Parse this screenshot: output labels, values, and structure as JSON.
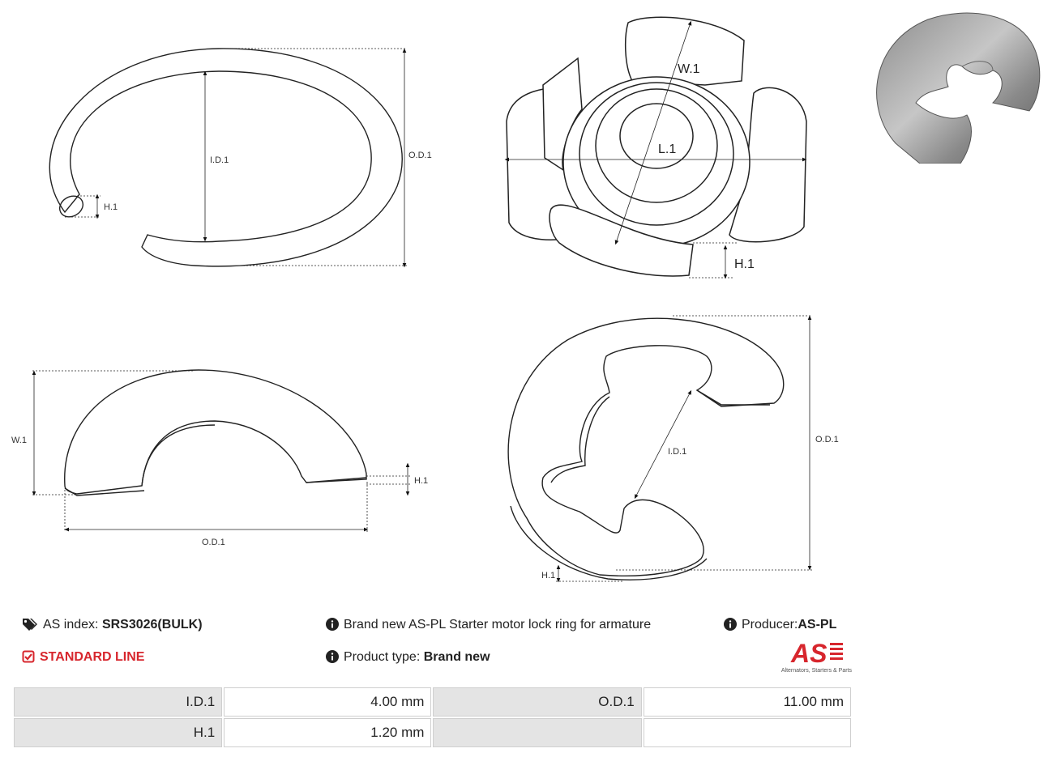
{
  "info": {
    "as_index_label": "AS index:",
    "as_index_value": "SRS3026(BULK)",
    "description": "Brand new AS-PL Starter motor lock ring for armature",
    "producer_label": "Producer:",
    "producer_value": "AS-PL",
    "product_type_label": "Product type:",
    "product_type_value": "Brand new",
    "line_label": "STANDARD LINE"
  },
  "logo": {
    "mark": "AS",
    "tagline": "Alternators, Starters & Parts",
    "color": "#d7262d"
  },
  "drawing_labels": {
    "id1": "I.D.1",
    "od1": "O.D.1",
    "h1": "H.1",
    "w1": "W.1",
    "l1": "L.1"
  },
  "specs": [
    {
      "label": "I.D.1",
      "value": "4.00 mm",
      "label2": "O.D.1",
      "value2": "11.00 mm"
    },
    {
      "label": "H.1",
      "value": "1.20 mm",
      "label2": "",
      "value2": ""
    }
  ],
  "icons": {
    "tag": "tag-icon",
    "info": "info-circle-icon",
    "check": "check-square-icon"
  },
  "colors": {
    "accent": "#d7262d",
    "label_bg": "#e4e4e4"
  }
}
